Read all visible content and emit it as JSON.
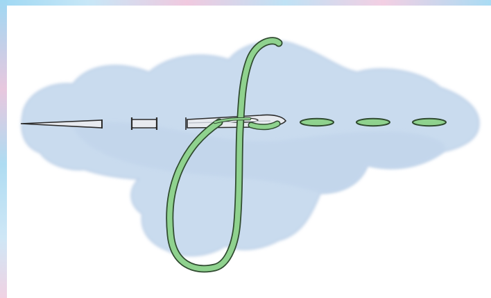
{
  "illustration": {
    "subject": "",
    "colors": {
      "fabric": "#c9dbee",
      "fabric_shadow": "#b7cde6",
      "thread": "#8fd28e",
      "thread_outline": "#2f4a2f",
      "needle": "#e6e9ee",
      "needle_outline": "#2b2b2b",
      "dash": "#8fd28e"
    },
    "icons": [
      "fabric-swatch",
      "needle-icon",
      "thread-loop",
      "stitch-dash"
    ]
  }
}
